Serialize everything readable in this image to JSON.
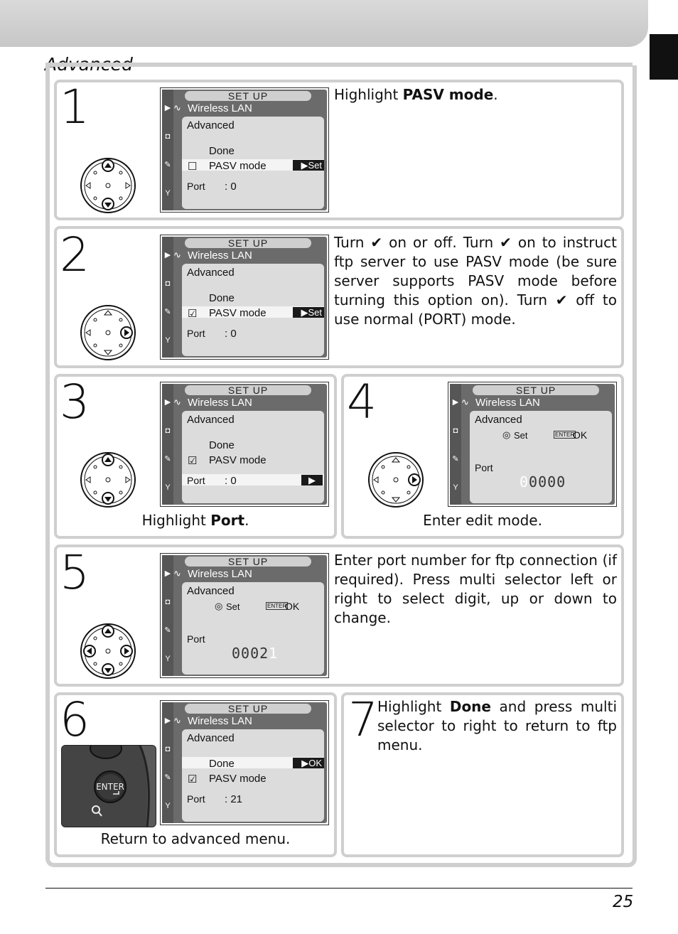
{
  "header": {
    "section": "Advanced"
  },
  "lcd": {
    "setup": "SET  UP",
    "menu": "Wireless LAN",
    "submenu": "Advanced",
    "done": "Done",
    "pasv": "PASV mode",
    "port": "Port",
    "set": "Set",
    "ok": "OK",
    "enter_key": "ENTER"
  },
  "steps": [
    {
      "num": "1",
      "text_pre": "Highlight ",
      "text_bold": "PASV mode",
      "text_post": ".",
      "port_value": ": 0"
    },
    {
      "num": "2",
      "text": "Turn ✔ on or off.  Turn ✔ on to instruct ftp server to use PASV mode (be sure server supports PASV mode before turning this option on).  Turn ✔ off to use normal (PORT) mode.",
      "port_value": ": 0"
    },
    {
      "num": "3",
      "cap_pre": "Highlight ",
      "cap_bold": "Port",
      "cap_post": ".",
      "port_value": ": 0"
    },
    {
      "num": "4",
      "caption": "Enter edit mode.",
      "digits_dim": "0",
      "digits_main": "0000"
    },
    {
      "num": "5",
      "text": "Enter port number for ftp connection (if required).  Press multi selector left or right to select digit, up or down to change.",
      "digits_main": "0002",
      "digits_dim": "1"
    },
    {
      "num": "6",
      "caption": "Return to advanced menu.",
      "port_value": ": 21"
    },
    {
      "num": "7",
      "text_pre": "Highlight ",
      "text_bold": "Done",
      "text_post": " and press multi selector to right to return to ftp menu."
    }
  ],
  "footer": {
    "page": "25"
  }
}
